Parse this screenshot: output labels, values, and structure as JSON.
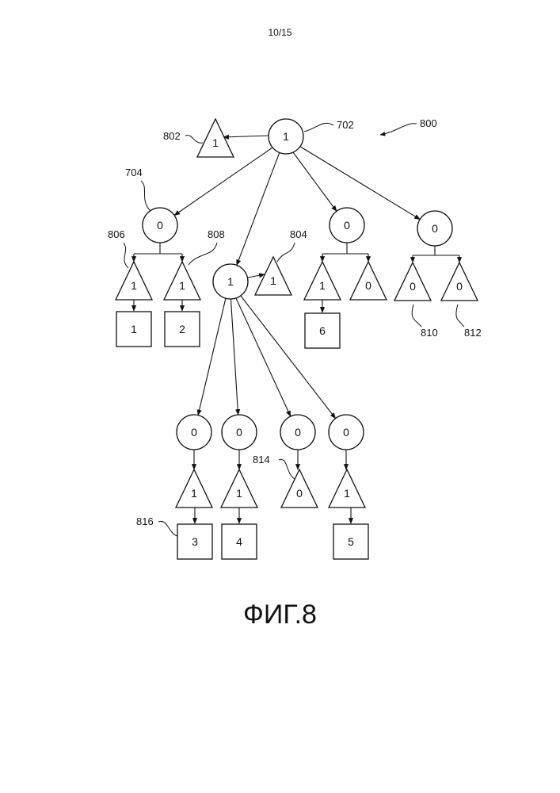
{
  "page_number": "10/15",
  "figure_caption": "ФИГ.8",
  "diagram": {
    "figure_ref": "800",
    "nodes": [
      {
        "id": "c702",
        "shape": "circle",
        "label": "1"
      },
      {
        "id": "t802",
        "shape": "triangle",
        "label": "1"
      },
      {
        "id": "c704",
        "shape": "circle",
        "label": "0"
      },
      {
        "id": "t806",
        "shape": "triangle",
        "label": "1"
      },
      {
        "id": "t808",
        "shape": "triangle",
        "label": "1"
      },
      {
        "id": "s1",
        "shape": "square",
        "label": "1"
      },
      {
        "id": "s2",
        "shape": "square",
        "label": "2"
      },
      {
        "id": "cmid",
        "shape": "circle",
        "label": "1"
      },
      {
        "id": "t804",
        "shape": "triangle",
        "label": "1"
      },
      {
        "id": "c3",
        "shape": "circle",
        "label": "0"
      },
      {
        "id": "t3a",
        "shape": "triangle",
        "label": "1"
      },
      {
        "id": "t3b",
        "shape": "triangle",
        "label": "0"
      },
      {
        "id": "s6",
        "shape": "square",
        "label": "6"
      },
      {
        "id": "c4",
        "shape": "circle",
        "label": "0"
      },
      {
        "id": "t810",
        "shape": "triangle",
        "label": "0"
      },
      {
        "id": "t812",
        "shape": "triangle",
        "label": "0"
      },
      {
        "id": "b1",
        "shape": "circle",
        "label": "0"
      },
      {
        "id": "b2",
        "shape": "circle",
        "label": "0"
      },
      {
        "id": "b3",
        "shape": "circle",
        "label": "0"
      },
      {
        "id": "b4",
        "shape": "circle",
        "label": "0"
      },
      {
        "id": "bt1",
        "shape": "triangle",
        "label": "1"
      },
      {
        "id": "bt2",
        "shape": "triangle",
        "label": "1"
      },
      {
        "id": "bt814",
        "shape": "triangle",
        "label": "0"
      },
      {
        "id": "bt4",
        "shape": "triangle",
        "label": "1"
      },
      {
        "id": "s3",
        "shape": "square",
        "label": "3"
      },
      {
        "id": "s4",
        "shape": "square",
        "label": "4"
      },
      {
        "id": "s5",
        "shape": "square",
        "label": "5"
      }
    ],
    "reference_labels": [
      {
        "id": "r702",
        "text": "702"
      },
      {
        "id": "r800",
        "text": "800"
      },
      {
        "id": "r802",
        "text": "802"
      },
      {
        "id": "r704",
        "text": "704"
      },
      {
        "id": "r806",
        "text": "806"
      },
      {
        "id": "r808",
        "text": "808"
      },
      {
        "id": "r804",
        "text": "804"
      },
      {
        "id": "r810",
        "text": "810"
      },
      {
        "id": "r812",
        "text": "812"
      },
      {
        "id": "r814",
        "text": "814"
      },
      {
        "id": "r816",
        "text": "816"
      }
    ]
  }
}
